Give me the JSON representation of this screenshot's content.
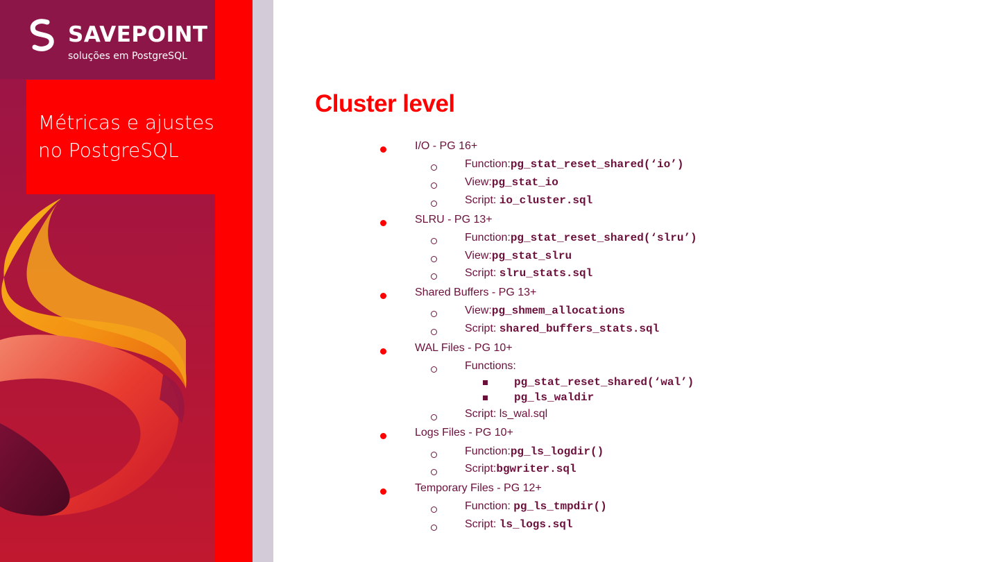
{
  "brand": {
    "name": "SAVEPOINT",
    "tagline": "soluções em PostgreSQL"
  },
  "sidebar_title": {
    "line1": "Métricas e ajustes",
    "line2": "no PostgreSQL"
  },
  "slide": {
    "heading": "Cluster level",
    "sections": [
      {
        "label": "I/O - PG 16+",
        "items": [
          {
            "label": "Function:",
            "code": "pg_stat_reset_shared(‘io’)"
          },
          {
            "label": "View:",
            "code": "pg_stat_io"
          },
          {
            "label": "Script:",
            "code": "io_cluster.sql"
          }
        ]
      },
      {
        "label": "SLRU - PG 13+",
        "items": [
          {
            "label": "Function:",
            "code": "pg_stat_reset_shared(‘slru’)"
          },
          {
            "label": "View:",
            "code": "pg_stat_slru"
          },
          {
            "label": "Script:",
            "code": "slru_stats.sql"
          }
        ]
      },
      {
        "label": "Shared Buffers - PG 13+",
        "items": [
          {
            "label": "View:",
            "code": "pg_shmem_allocations"
          },
          {
            "label": "Script:",
            "code": "shared_buffers_stats.sql"
          }
        ]
      },
      {
        "label": "WAL Files - PG 10+",
        "items": [
          {
            "label": "Functions:",
            "subitems": [
              "pg_stat_reset_shared(‘wal’)",
              "pg_ls_waldir"
            ]
          },
          {
            "label": "Script: ls_wal.sql"
          }
        ]
      },
      {
        "label": "Logs Files - PG 10+",
        "items": [
          {
            "label": "Function:",
            "code": "pg_ls_logdir()"
          },
          {
            "label": "Script:",
            "code": "bgwriter.sql"
          }
        ]
      },
      {
        "label": "Temporary Files - PG 12+",
        "items": [
          {
            "label": "Function:",
            "code": "pg_ls_tmpdir()"
          },
          {
            "label": "Script:",
            "code": "ls_logs.sql"
          }
        ]
      }
    ]
  },
  "colors": {
    "accent_red": "#fe0000",
    "wine": "#8c1648",
    "text": "#6b0f3b",
    "stripe_grey": "#d3cbd8"
  }
}
